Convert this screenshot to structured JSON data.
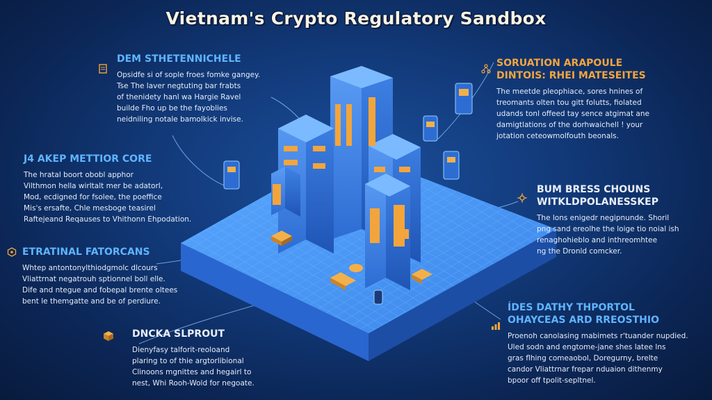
{
  "title": "Vietnam's Crypto Regulatory Sandbox",
  "colors": {
    "background": "#123a7a",
    "accent_blue": "#5fb4ff",
    "accent_gold": "#f3a53c",
    "platform": "#3f8ff0"
  },
  "blocks": [
    {
      "heading": [
        "DEM STHETENNICHELE"
      ],
      "lines": [
        "Opsidfe si of sople froes fomke gangey.",
        "Tse The laver negtuting bar frabts",
        "of thenidety hanl wa Hargie Ravel",
        "builde Fho up be the fayoblies",
        "neidniling notale bamolkick invise."
      ],
      "icon": "document-icon"
    },
    {
      "heading": [
        "SORUATION ARAPOULE",
        "DINTOIS: RHEI MATESEITES"
      ],
      "lines": [
        "The meetde pleophiace, sores hnines of",
        "treomants olten tou gitt folutts, fiolated",
        "udands tonl offeed tay sence atgimat ane",
        "damigtlations of the dorhwaichell ! your",
        "jotation ceteowmolfouth beonals."
      ],
      "icon": "network-icon"
    },
    {
      "heading": [
        "J4 AKEP METTIOR CORE"
      ],
      "lines": [
        "The hratal boort obobl apphor",
        "Vilthmon hella wirltalt mer be adatorl,",
        "Mod, ecdigned for fsolee, the poeffice",
        "Mis's ersafte, Chle mesboge teasirel",
        "Raftejeand Reqauses to Vhithonn Ehpodation."
      ],
      "icon": ""
    },
    {
      "heading": [
        "BUM BRESS CHOUNS",
        "WITKLDPOLANESSKEP"
      ],
      "lines": [
        "The lons enigedr negipnunde. Shoril",
        "png sand ereolhe the loige tio noial ish",
        "renaghohieblo and inthreomhtee",
        "ng the Dronld comcker."
      ],
      "icon": "gear-icon"
    },
    {
      "heading": [
        "ETRATINAL FATORCANS"
      ],
      "lines": [
        "Whtep antontonylthiodgmolc dlcours",
        "Vliattrnat negatrouh sptionnel boll elle.",
        "Dife and ntegue and fobepal brente oltees",
        "bent le themgatte and be of perdiure."
      ],
      "icon": "hexagon-icon"
    },
    {
      "heading": [
        "ÍDES DATHY THPORTOL",
        "OHAYCEAS ARD RREOSTHIO"
      ],
      "lines": [
        "Proenoh canolasing mabimets r'tuander nupdied.",
        "Uled sodn and engtome-jane shes latee lns",
        "gras flhing comeaobol, Doregurny, brelte",
        "candor Vliattrnar frepar nduaion dithenmy",
        "bpoor off tpolit-sepltnel."
      ],
      "icon": "chart-icon"
    },
    {
      "heading": [
        "DNCKA SLPROUT"
      ],
      "lines": [
        "Dienyfasy talforit-reoloand",
        "plaring to of thie argtorlibional",
        "Clinoons mgnittes and hegairl to",
        "nest, Whi Rooh-Wold for negoate."
      ],
      "icon": "box-icon"
    }
  ]
}
